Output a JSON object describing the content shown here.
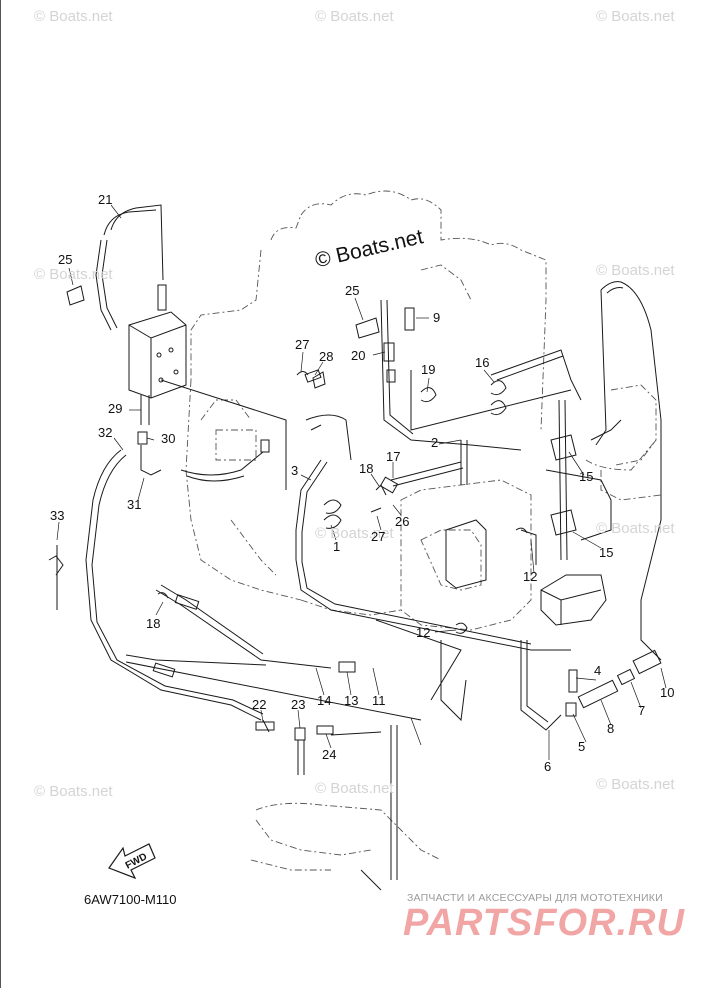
{
  "diagram": {
    "watermark_text": "© Boats.net",
    "copyright_text": "© Boats.net",
    "part_code": "6AW7100-M110",
    "fwd_label": "FWD",
    "promo_tagline": "ЗАПЧАСТИ И АКСЕССУАРЫ ДЛЯ МОТОТЕХНИКИ",
    "promo_logo": "PARTSFOR.RU",
    "callouts": {
      "c1": "1",
      "c2": "2",
      "c3": "3",
      "c4": "4",
      "c5": "5",
      "c6": "6",
      "c7": "7",
      "c8": "8",
      "c9": "9",
      "c10": "10",
      "c11": "11",
      "c12a": "12",
      "c12b": "12",
      "c13": "13",
      "c14": "14",
      "c15a": "15",
      "c15b": "15",
      "c16": "16",
      "c17": "17",
      "c18a": "18",
      "c18b": "18",
      "c19": "19",
      "c20": "20",
      "c21": "21",
      "c22": "22",
      "c23": "23",
      "c24": "24",
      "c25a": "25",
      "c25b": "25",
      "c26": "26",
      "c27a": "27",
      "c27b": "27",
      "c28": "28",
      "c29": "29",
      "c30": "30",
      "c31": "31",
      "c32": "32",
      "c33": "33"
    },
    "colors": {
      "line": "#1a1a1a",
      "ghost": "#555555",
      "watermark": "#d4d4d4",
      "promo_red": "#f2a5a5"
    }
  }
}
